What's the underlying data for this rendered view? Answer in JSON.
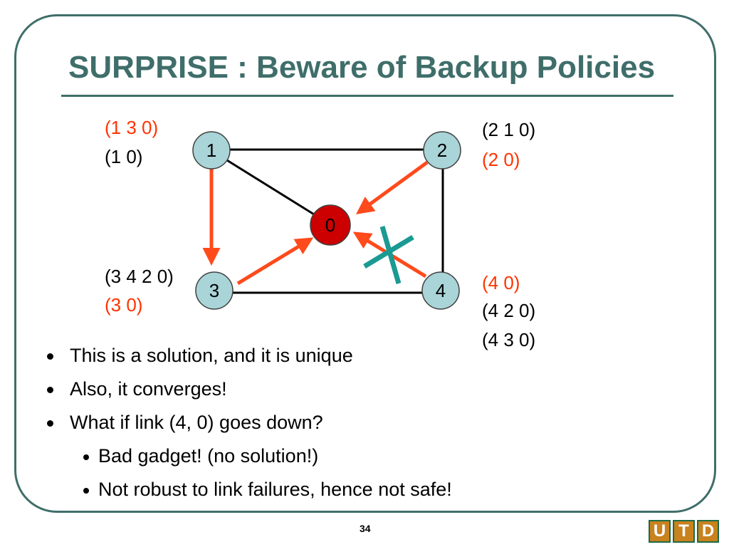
{
  "slide": {
    "title": "SURPRISE : Beware of Backup Policies",
    "page_number": "34"
  },
  "diagram": {
    "nodes": [
      {
        "id": "0",
        "label": "0"
      },
      {
        "id": "1",
        "label": "1"
      },
      {
        "id": "2",
        "label": "2"
      },
      {
        "id": "3",
        "label": "3"
      },
      {
        "id": "4",
        "label": "4"
      }
    ],
    "node_colors": {
      "regular": "#a9d4d8",
      "destination": "#cc0000"
    },
    "arrow_color": "#ff4a1c",
    "cross_color": "#1a9a92",
    "path_lists": {
      "node1": {
        "preferred": "(1 3 0)",
        "other": "(1 0)"
      },
      "node2": {
        "other": "(2 1 0)",
        "preferred": "(2 0)"
      },
      "node3": {
        "other": "(3 4 2 0)",
        "preferred": "(3 0)"
      },
      "node4": {
        "preferred": "(4 0)",
        "other1": "(4 2 0)",
        "other2": "(4 3 0)"
      }
    }
  },
  "bullets": [
    "This is a solution, and it is unique",
    "Also, it converges!",
    "What if link (4, 0) goes down?"
  ],
  "sub_bullets": [
    "Bad gadget! (no solution!)",
    "Not robust to link failures, hence not safe!"
  ],
  "logo": {
    "letters": [
      "U",
      "T",
      "D"
    ]
  }
}
